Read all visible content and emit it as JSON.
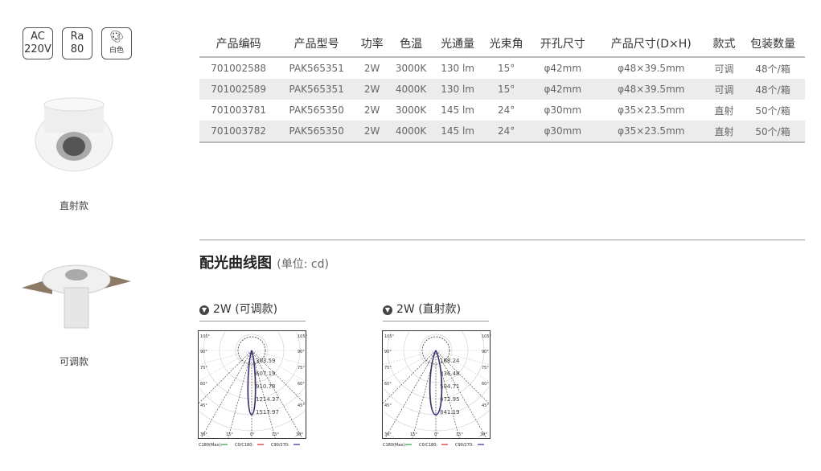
{
  "badges": [
    {
      "top": "AC",
      "bottom": "220V"
    },
    {
      "top": "Ra",
      "bottom": "80"
    },
    {
      "icon": "palette-icon",
      "bottom": "白色"
    }
  ],
  "products": [
    {
      "caption": "直射款"
    },
    {
      "caption": "可调款"
    }
  ],
  "table": {
    "headers": [
      "产品编码",
      "产品型号",
      "功率",
      "色温",
      "光通量",
      "光束角",
      "开孔尺寸",
      "产品尺寸(D×H)",
      "款式",
      "包装数量"
    ],
    "rows": [
      [
        "701002588",
        "PAK565351",
        "2W",
        "3000K",
        "130 lm",
        "15°",
        "φ42mm",
        "φ48×39.5mm",
        "可调",
        "48个/箱"
      ],
      [
        "701002589",
        "PAK565351",
        "2W",
        "4000K",
        "130 lm",
        "15°",
        "φ42mm",
        "φ48×39.5mm",
        "可调",
        "48个/箱"
      ],
      [
        "701003781",
        "PAK565350",
        "2W",
        "3000K",
        "145 lm",
        "24°",
        "φ30mm",
        "φ35×23.5mm",
        "直射",
        "50个/箱"
      ],
      [
        "701003782",
        "PAK565350",
        "2W",
        "4000K",
        "145 lm",
        "24°",
        "φ30mm",
        "φ35×23.5mm",
        "直射",
        "50个/箱"
      ]
    ]
  },
  "section": {
    "title": "配光曲线图",
    "unit": "(单位: cd)"
  },
  "chart_data": [
    {
      "type": "polar",
      "title": "2W (可调款)",
      "beam_angle": 15,
      "ring_values": [
        "303.59",
        "607.19",
        "910.78",
        "1214.37",
        "1517.97"
      ],
      "angle_labels": [
        "105°",
        "90°",
        "75°",
        "60°",
        "45°",
        "30°",
        "15°",
        "0°",
        "15°",
        "30°"
      ],
      "legend": [
        "C180(Max):",
        "C0/C180:",
        "C90/270:"
      ],
      "colors": [
        "#2a9d4a",
        "#e0202a",
        "#2a2a8a"
      ]
    },
    {
      "type": "polar",
      "title": "2W (直射款)",
      "beam_angle": 24,
      "ring_values": [
        "168.24",
        "336.48",
        "504.71",
        "672.95",
        "841.19"
      ],
      "angle_labels": [
        "105°",
        "90°",
        "75°",
        "60°",
        "45°",
        "30°",
        "15°",
        "0°",
        "15°",
        "30°"
      ],
      "legend": [
        "C180(Max):",
        "C0/C180:",
        "C90/270:"
      ],
      "colors": [
        "#2a9d4a",
        "#e0202a",
        "#2a2a8a"
      ]
    }
  ]
}
